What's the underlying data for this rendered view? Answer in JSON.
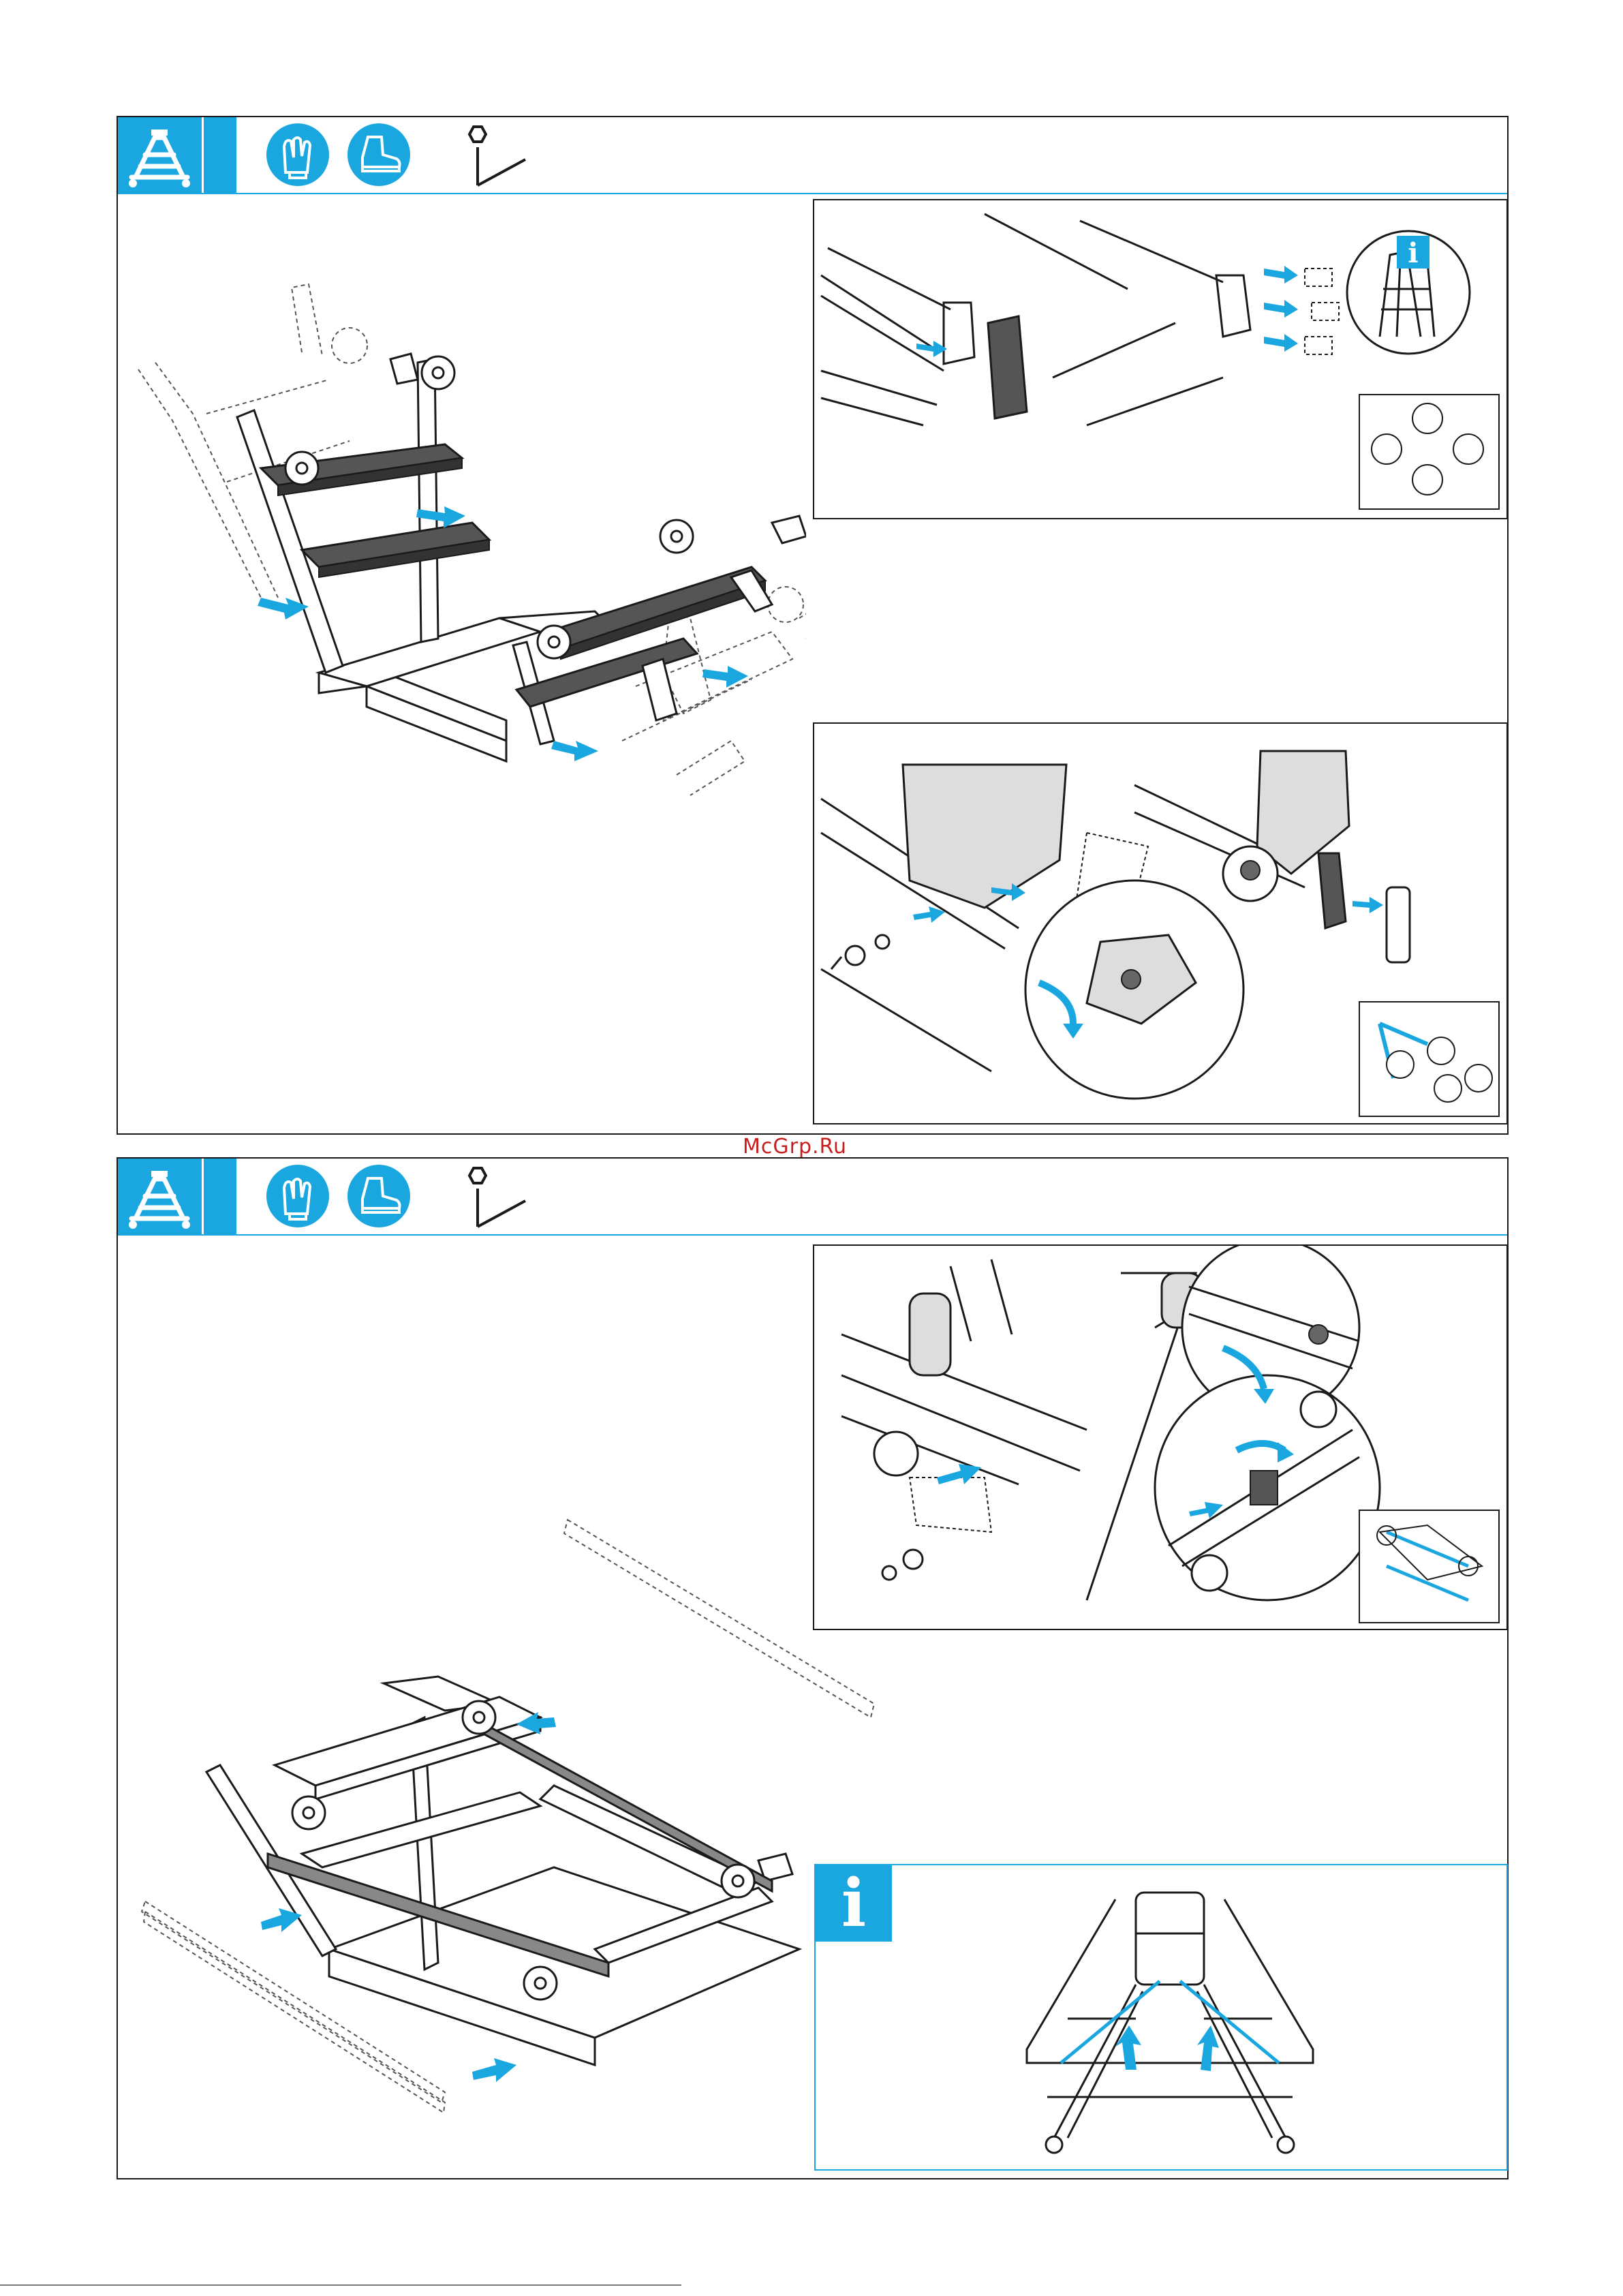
{
  "watermark": {
    "text": "McGrp.Ru"
  },
  "step1": {
    "icons": [
      "platform-ladder-icon",
      "gloves-icon",
      "safety-boot-icon",
      "hex-key-icon"
    ],
    "subpanels": [
      "end-cap-insertion",
      "strut-bolting"
    ],
    "info_badge": "i"
  },
  "step2": {
    "icons": [
      "platform-ladder-icon",
      "gloves-icon",
      "safety-boot-icon",
      "hex-key-icon"
    ],
    "callouts": [
      "",
      "",
      ""
    ],
    "info_badge": "i"
  },
  "colors": {
    "accent": "#1aa7e0",
    "line": "#1a1a1a",
    "step_fill": "#555555"
  }
}
